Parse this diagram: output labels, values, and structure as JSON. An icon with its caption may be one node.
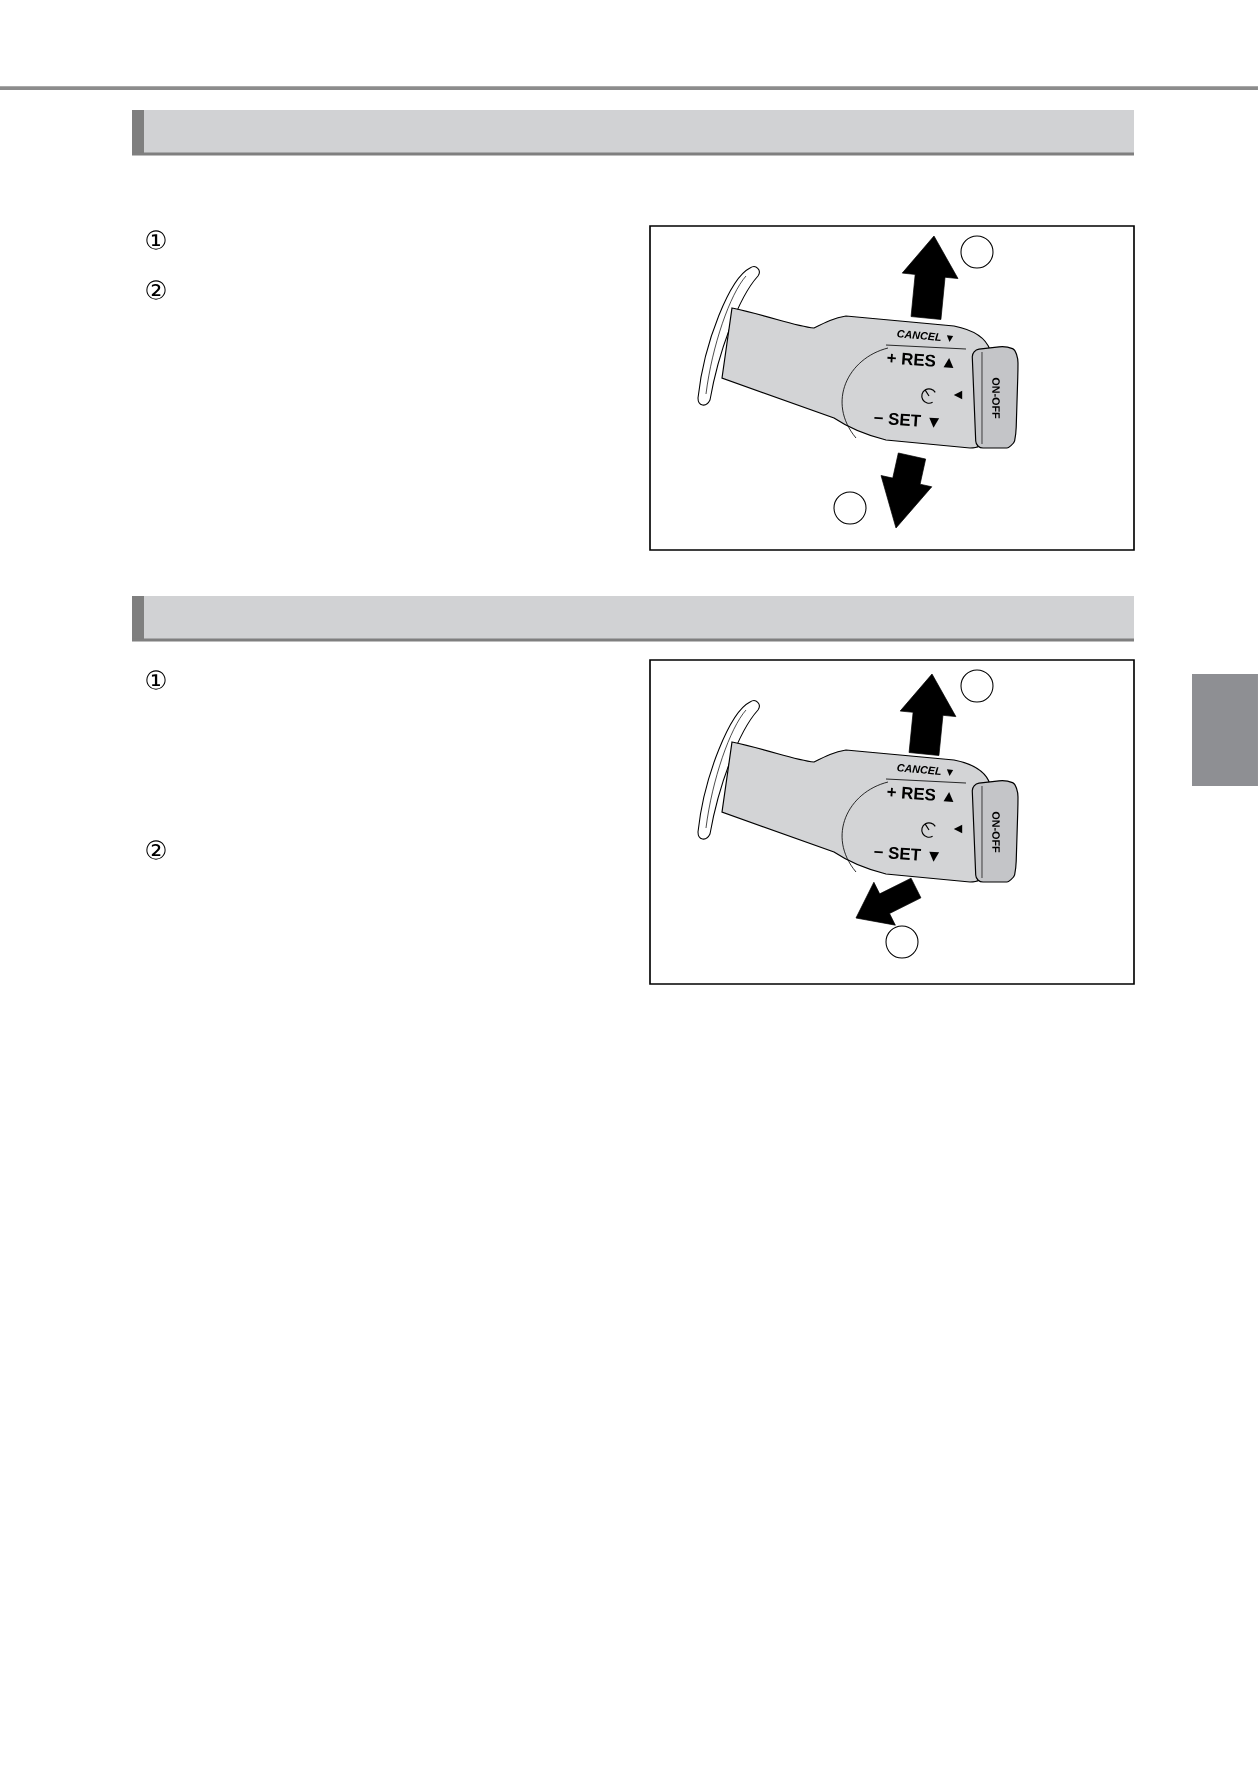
{
  "diagram": {
    "labels": [
      "①",
      "②",
      "CANCEL ▼",
      "+ RES ▲",
      "◄",
      "− SET ▼",
      "ON-OFF",
      "①",
      "②",
      "CANCEL ▼",
      "+ RES ▲",
      "◄",
      "− SET ▼",
      "ON-OFF"
    ]
  }
}
